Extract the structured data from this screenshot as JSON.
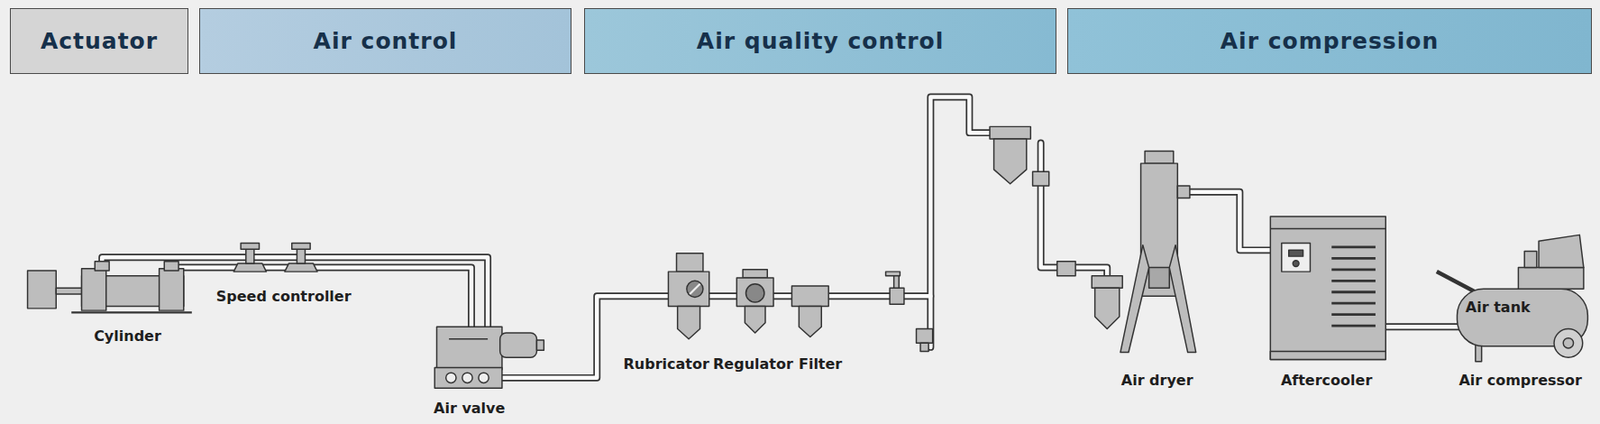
{
  "diagram": {
    "nodes": [
      {
        "text": [
          "Actuator"
        ]
      },
      {
        "text": [
          "Air control"
        ]
      },
      {
        "text": [
          "Air quality control"
        ]
      },
      {
        "text": [
          "Air compression"
        ]
      }
    ],
    "labels": [
      "Cylinder",
      "Speed controller",
      "Air valve",
      "Rubricator",
      "Regulator",
      "Filter",
      "Air dryer",
      "Aftercooler",
      "Air tank",
      "Air compressor"
    ]
  }
}
